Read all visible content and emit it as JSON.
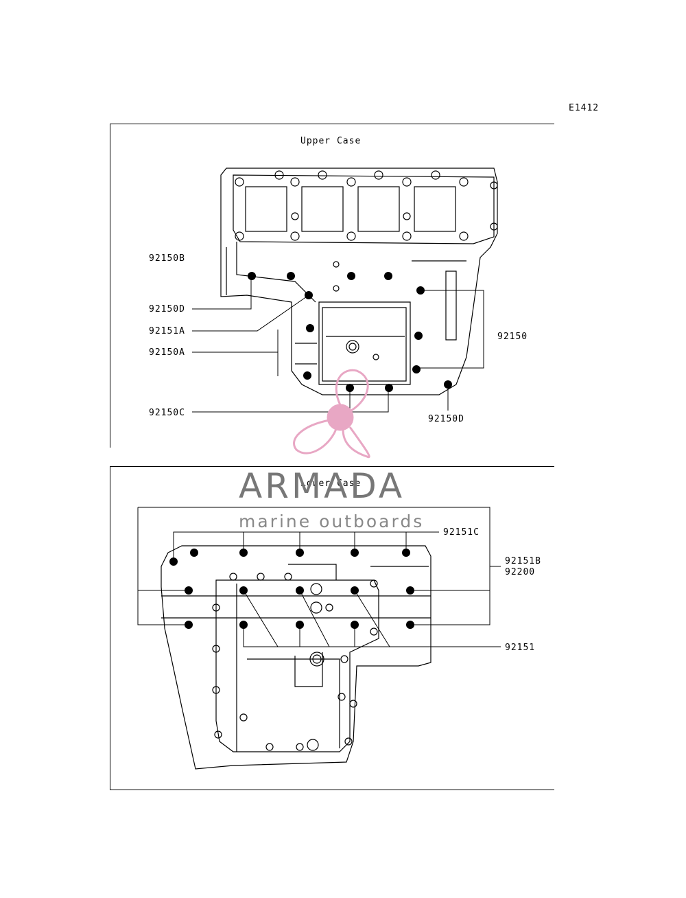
{
  "figure_code": "E1412",
  "upper": {
    "title": "Upper Case",
    "labels": {
      "p92150B": "92150B",
      "p92150D_left": "92150D",
      "p92151A": "92151A",
      "p92150A": "92150A",
      "p92150": "92150",
      "p92150C": "92150C",
      "p92150D_right": "92150D"
    }
  },
  "lower": {
    "title": "Lower Case",
    "labels": {
      "p92151C": "92151C",
      "p92151B": "92151B",
      "p92200": "92200",
      "p92151": "92151"
    }
  },
  "watermark": {
    "brand": "ARMADA",
    "tagline": "marine outboards",
    "logo": "propeller-icon",
    "color": "#e8a7c4"
  }
}
